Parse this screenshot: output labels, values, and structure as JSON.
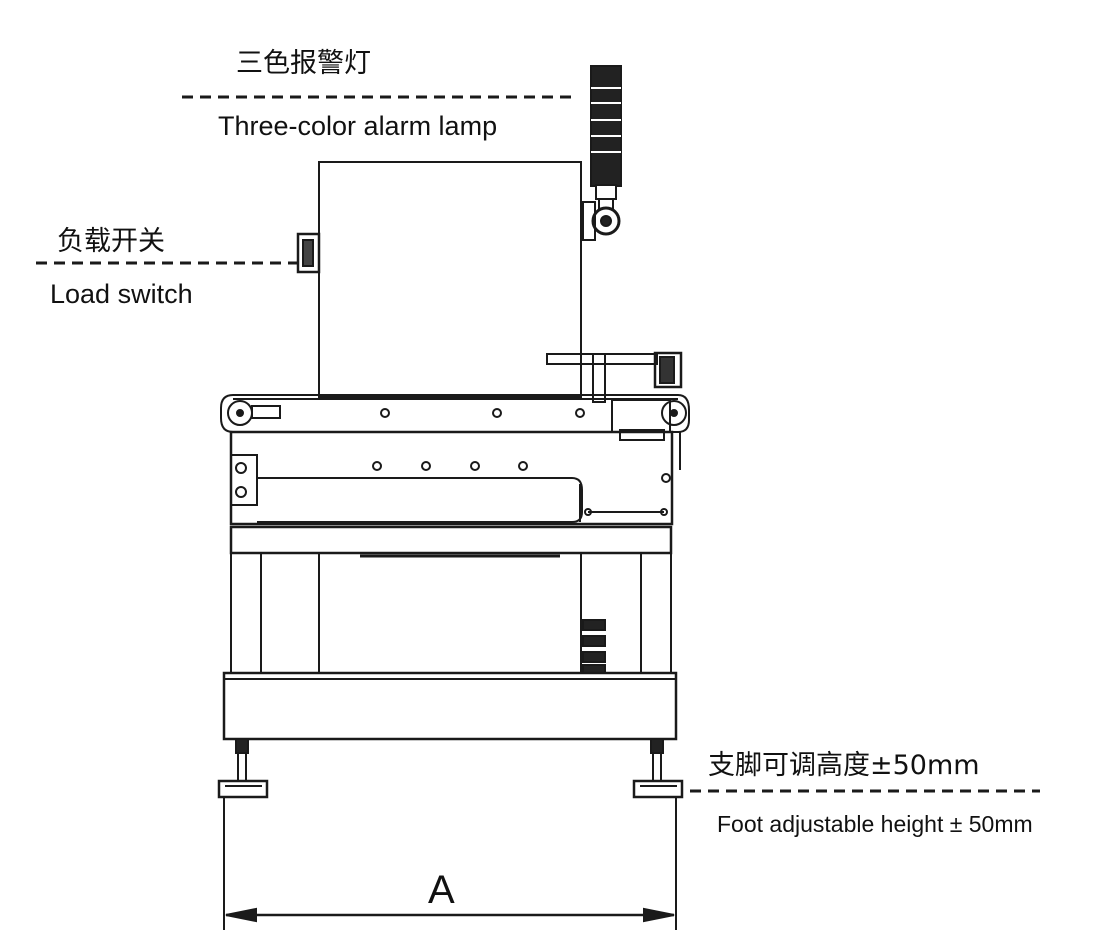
{
  "labels": {
    "alarm_lamp_cn": "三色报警灯",
    "alarm_lamp_en": "Three-color alarm lamp",
    "load_switch_cn": "负载开关",
    "load_switch_en": "Load switch",
    "foot_cn": "支脚可调高度±50mm",
    "foot_en": "Foot adjustable height ± 50mm",
    "dimension": "A"
  },
  "colors": {
    "line": "#1a1a1a",
    "background": "#ffffff"
  }
}
